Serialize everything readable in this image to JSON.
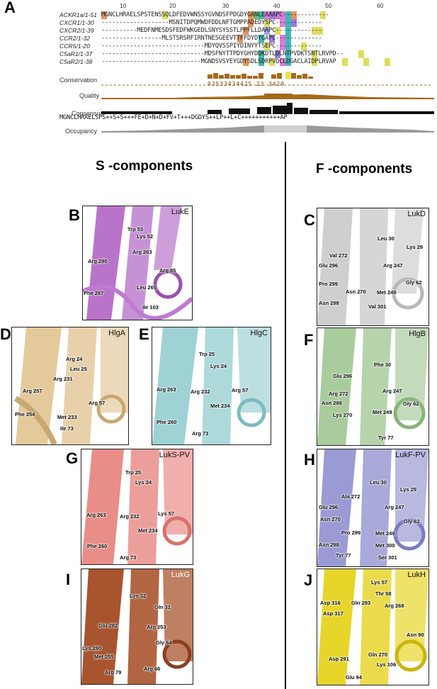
{
  "figure_panel_labels": {
    "a": "A",
    "b": "B",
    "c": "C",
    "d": "D",
    "e": "E",
    "f": "F",
    "g": "G",
    "h": "H",
    "i": "I",
    "j": "J"
  },
  "alignment": {
    "ruler": [
      "10",
      "20",
      "30",
      "40",
      "50",
      "60"
    ],
    "sequences": [
      {
        "name": "ACKR1a/1-51",
        "seq": "MGNCLHRAELSPSTENSSQLDFEDVWNSSYGVNDSFPDGDYGANLEAAAPC-------------"
      },
      {
        "name": "CXCR1/1-30",
        "seq": "-------------------MSNITDPQMWDFDDLNFTGMPPADEDYSPC-------------"
      },
      {
        "name": "CXCR2/1-39",
        "seq": "----------MEDFNMESDSFEDFWKGEDLSNYSYSSTLPPFLLDAAPC-------------"
      },
      {
        "name": "CCR2/1-32",
        "seq": "-----------------MLSTSRSRFIRNTNESGEEVTTFFDYDYGAPC-------------"
      },
      {
        "name": "CCR5/1-20",
        "seq": "-----------------------------MDYQVSSPIYDINYYTSEPC-------------"
      },
      {
        "name": "C5aR1/1-37",
        "seq": "-----------------------------MDSFNYTTPDYGHYDDKDTLDLNTPVDKTSNTLRVPD--"
      },
      {
        "name": "C5aR2/1-38",
        "seq": "----------------------------MGNDSVSYEYGDYSDLSDRPVDCLDGACLAIDPLRVAP"
      }
    ],
    "tracks": {
      "conservation": "Conservation",
      "quality": "Quality",
      "consensus": "Consensus",
      "occupancy": "Occupancy"
    },
    "conservation_numbers": "03533434425 23 3420",
    "consensus_seq": "MGNCLHRAELSPS++S+S+++FE+D+N+D+FV+T+++DGDYS++LP++L+C+++++++++++AP"
  },
  "sections": {
    "s_title": "S -components",
    "f_title": "F -components"
  },
  "panels": [
    {
      "id": "b",
      "name": "LukE",
      "color": "#b266c4",
      "residues": [
        "Trp 53",
        "Lys 52",
        "Arg 263",
        "Arg 290",
        "Arg 85",
        "Leu 265",
        "Phe 287",
        "Ile 103"
      ]
    },
    {
      "id": "c",
      "name": "LukD",
      "color": "#cfcfcf",
      "residues": [
        "Leu 30",
        "Lys 29",
        "Val 272",
        "Glu 296",
        "Arg 247",
        "Pro 299",
        "Asn 270",
        "Gly 62",
        "Met 249",
        "Asn 298",
        "Val 301"
      ]
    },
    {
      "id": "d",
      "name": "HlgA",
      "color": "#e4c99b",
      "residues": [
        "Arg 24",
        "Leu 25",
        "Arg 231",
        "Arg 257",
        "Arg 57",
        "Phe 254",
        "Met 233",
        "Ile 73"
      ]
    },
    {
      "id": "e",
      "name": "HlgC",
      "color": "#9fd2d4",
      "residues": [
        "Trp 25",
        "Lys 24",
        "Arg 263",
        "Arg 232",
        "Arg 57",
        "Met 234",
        "Phe 260",
        "Arg 73"
      ]
    },
    {
      "id": "f",
      "name": "HlgB",
      "color": "#a9cc9c",
      "residues": [
        "Phe 30",
        "Glu 296",
        "Arg 272",
        "Arg 247",
        "Asn 298",
        "Gly 62",
        "Lys 270",
        "Met 249",
        "Tyr 77"
      ]
    },
    {
      "id": "g",
      "name": "LukS-PV",
      "color": "#e98d88",
      "residues": [
        "Trp 25",
        "Lys 24",
        "Arg 263",
        "Arg 232",
        "Lys 57",
        "Met 234",
        "Phe 260",
        "Arg 73"
      ]
    },
    {
      "id": "h",
      "name": "LukF-PV",
      "color": "#9a9ad4",
      "residues": [
        "Leu 30",
        "Lys 29",
        "Ala 272",
        "Glu 296",
        "Arg 247",
        "Asn 270",
        "Gly 62",
        "Pro 299",
        "Met 249",
        "Asn 298",
        "Met 300",
        "Tyr 77",
        "Ser 301"
      ]
    },
    {
      "id": "i",
      "name": "LukG",
      "color": "#a8542e",
      "residues": [
        "Lys 32",
        "Gln 31",
        "Glu 282",
        "Arg 253",
        "Lys 280",
        "Gly 64",
        "Met 255",
        "Arg 79",
        "Arg 66"
      ]
    },
    {
      "id": "j",
      "name": "LukH",
      "color": "#e8d52a",
      "residues": [
        "Lys 57",
        "Thr 58",
        "Asp 316",
        "Gln 293",
        "Arg 268",
        "Asp 317",
        "Asn 90",
        "Gln 270",
        "Asp 291",
        "Lys 106",
        "Glu 94"
      ]
    }
  ]
}
